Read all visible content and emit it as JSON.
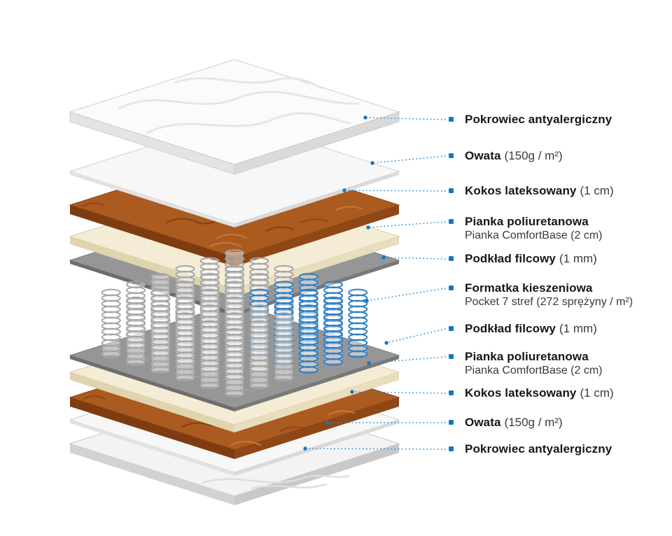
{
  "page": {
    "background": "#ffffff"
  },
  "colors": {
    "accent_dot": "#1478bd",
    "leader_line": "#2f93d4",
    "label_text": "#161616",
    "label_detail_text": "#3a3a3a",
    "coconut_layer": "#ab5a20",
    "foam_layer": "#f4ecd4",
    "felt_layer": "#969696",
    "cover_layer": "#fbfbfb",
    "spring_gray": "#a6a6a6",
    "spring_blue": "#2e7fc2"
  },
  "springs": {
    "grid_rows": 6,
    "grid_cols": 6,
    "blue_from_row": 3,
    "blue_from_col": 3
  },
  "labels": [
    {
      "name": "Pokrowiec antyalergiczny",
      "detail": "",
      "sub": ""
    },
    {
      "name": "Owata",
      "detail": "(150g / m²)",
      "sub": ""
    },
    {
      "name": "Kokos lateksowany",
      "detail": "(1 cm)",
      "sub": ""
    },
    {
      "name": "Pianka poliuretanowa",
      "detail": "",
      "sub": "Pianka ComfortBase (2 cm)"
    },
    {
      "name": "Podkład filcowy",
      "detail": "(1 mm)",
      "sub": ""
    },
    {
      "name": "Formatka kieszeniowa",
      "detail": "",
      "sub": "Pocket 7 stref (272 sprężyny / m²)"
    },
    {
      "name": "Podkład filcowy",
      "detail": "(1 mm)",
      "sub": ""
    },
    {
      "name": "Pianka poliuretanowa",
      "detail": "",
      "sub": "Pianka ComfortBase (2 cm)"
    },
    {
      "name": "Kokos lateksowany",
      "detail": "(1 cm)",
      "sub": ""
    },
    {
      "name": "Owata",
      "detail": "(150g / m²)",
      "sub": ""
    },
    {
      "name": "Pokrowiec antyalergiczny",
      "detail": "",
      "sub": ""
    }
  ]
}
